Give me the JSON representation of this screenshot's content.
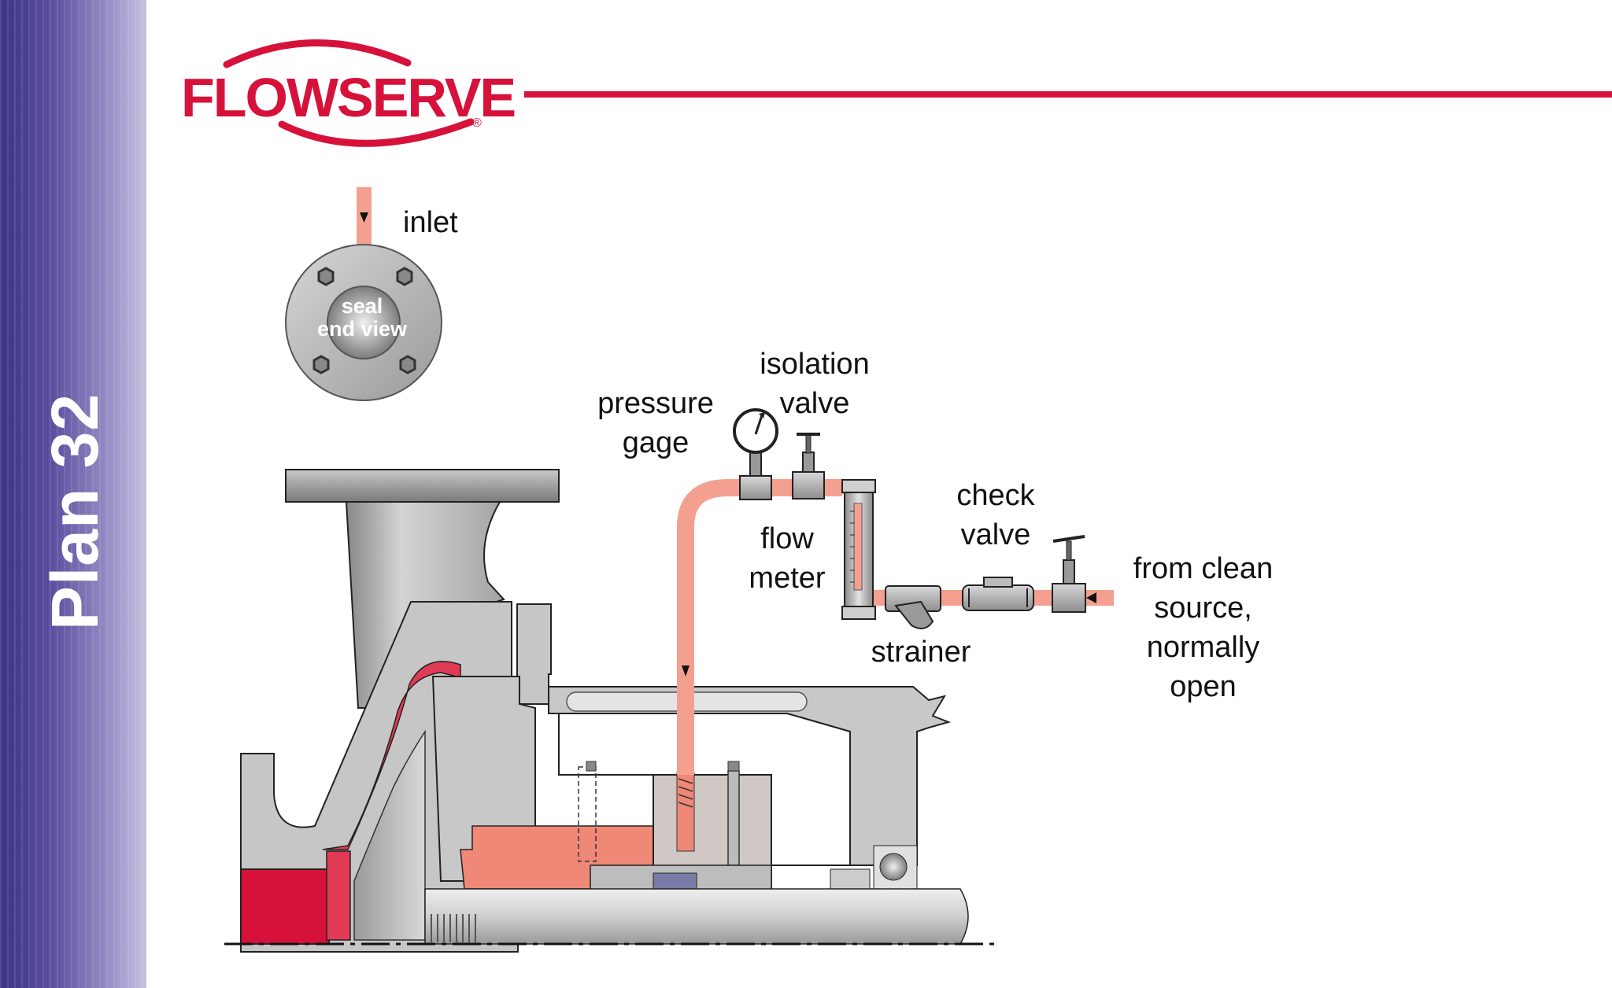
{
  "brand": {
    "name": "FLOWSERVE",
    "registered": "®",
    "color": "#d6123a"
  },
  "sidebar": {
    "title": "Plan 32",
    "gradient_start": "#3d3486",
    "gradient_end": "#c7c1e0"
  },
  "diagram": {
    "labels": {
      "inlet": "inlet",
      "seal_end_view": [
        "seal",
        "end view"
      ],
      "pressure_gage": [
        "pressure",
        "gage"
      ],
      "isolation_valve": [
        "isolation",
        "valve"
      ],
      "flow_meter": [
        "flow",
        "meter"
      ],
      "check_valve": [
        "check",
        "valve"
      ],
      "strainer": "strainer",
      "source": [
        "from clean",
        "source,",
        "normally",
        "open"
      ]
    },
    "colors": {
      "flush_pipe": "#f4a090",
      "seal_chamber_fluid": "#f08878",
      "pump_red": "#d6123a",
      "metal_gray": "#b8b8b8"
    }
  }
}
